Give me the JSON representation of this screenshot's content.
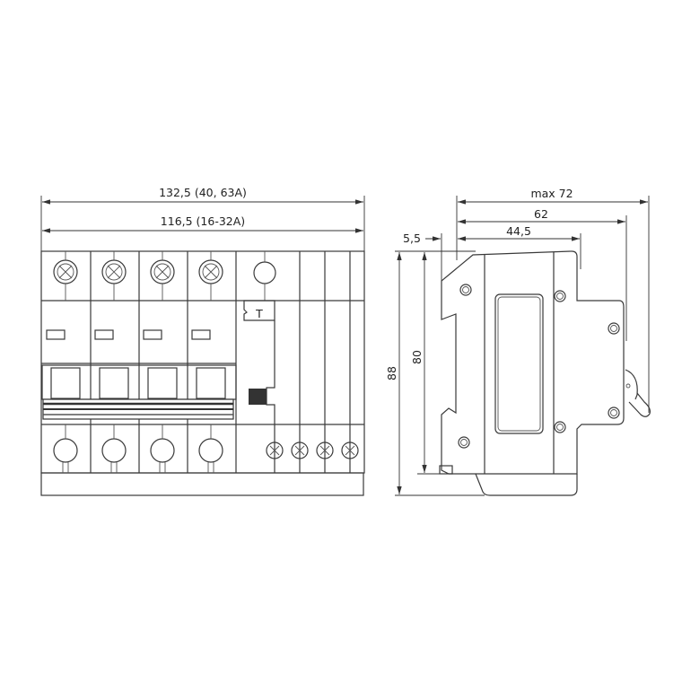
{
  "front_view": {
    "dim_total_width": "132,5 (40, 63A)",
    "dim_width_small": "116,5 (16-32A)",
    "test_button_label": "T",
    "poles": 4
  },
  "side_view": {
    "dim_max_depth": "max 72",
    "dim_depth": "62",
    "dim_front_depth": "44,5",
    "dim_rail_offset": "5,5",
    "dim_total_height": "88",
    "dim_body_height": "80"
  }
}
